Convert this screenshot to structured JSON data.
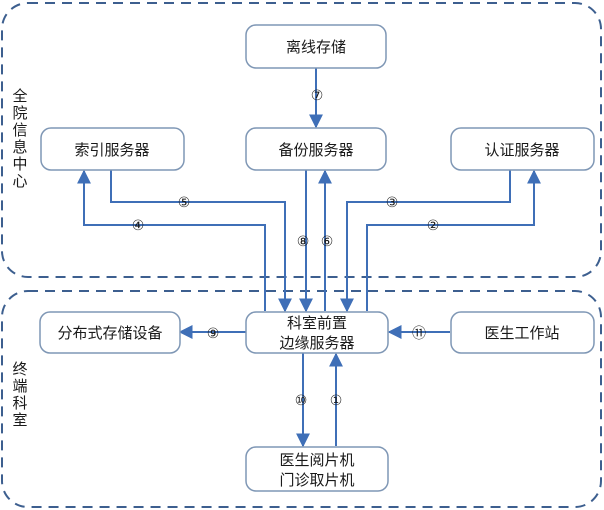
{
  "colors": {
    "region_border": "#3d5f8f",
    "box_border": "#7f97b5",
    "arrow": "#3f6fb7"
  },
  "regions": {
    "top_label": "全院信息中心",
    "bottom_label": "终端科室"
  },
  "boxes": {
    "offline_storage": "离线存储",
    "index_server": "索引服务器",
    "backup_server": "备份服务器",
    "auth_server": "认证服务器",
    "edge_server_line1": "科室前置",
    "edge_server_line2": "边缘服务器",
    "distributed_storage": "分布式存储设备",
    "doctor_workstation": "医生工作站",
    "viewer_line1": "医生阅片机",
    "viewer_line2": "门诊取片机"
  },
  "step_numbers": {
    "s1": "①",
    "s2": "②",
    "s3": "③",
    "s4": "④",
    "s5": "⑤",
    "s6": "⑥",
    "s7": "⑦",
    "s8": "⑧",
    "s9": "⑨",
    "s10": "⑩",
    "s11": "⑪"
  }
}
